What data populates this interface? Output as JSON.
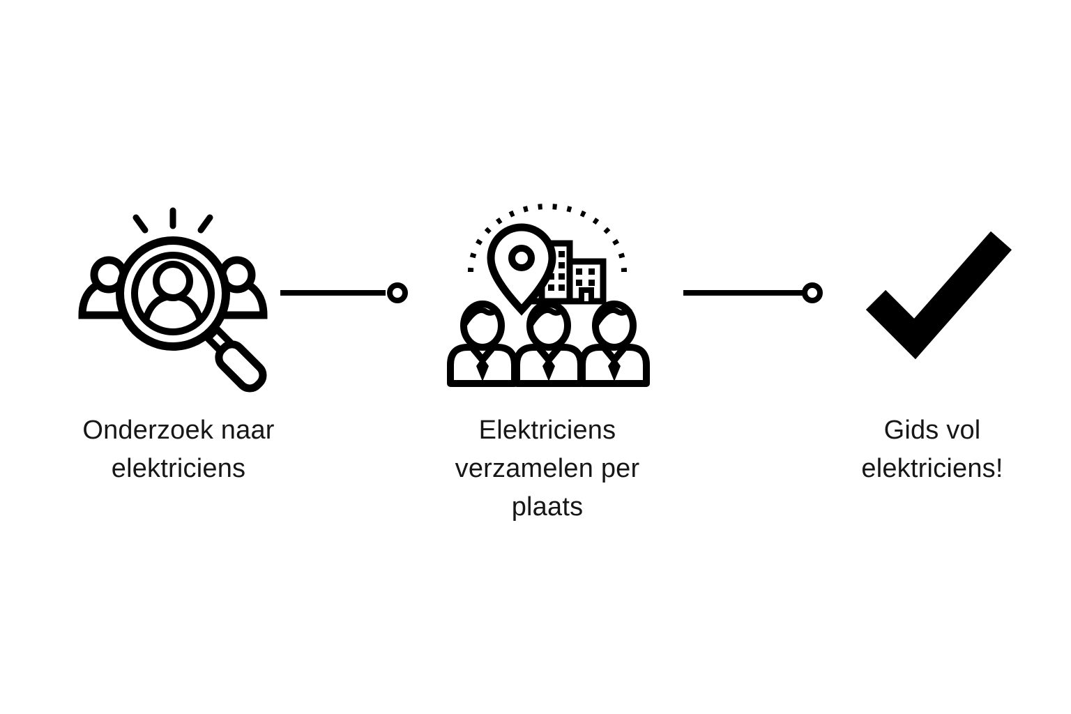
{
  "diagram": {
    "background_color": "#ffffff",
    "ink_color": "#000000",
    "text_color": "#161616",
    "steps": [
      {
        "index": 1,
        "icon": "people-search-icon",
        "label": "Onderzoek naar elektriciens"
      },
      {
        "index": 2,
        "icon": "location-people-icon",
        "label": "Elektriciens verzamelen per plaats"
      },
      {
        "index": 3,
        "icon": "checkmark-icon",
        "label": "Gids vol elektriciens!"
      }
    ],
    "connector_style": "horizontal line ending in small ring"
  }
}
